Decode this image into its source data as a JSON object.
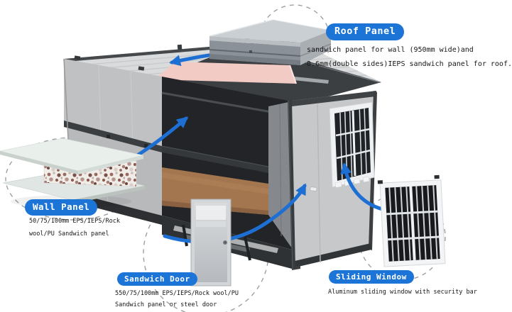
{
  "callouts": {
    "roof_panel": {
      "label": "Roof Panel",
      "description_lines": [
        "sandwich panel for wall (950mm wide)and",
        "0.6mm(double sides)IEPS sandwich panel for roof."
      ]
    },
    "wall_panel": {
      "label": "Wall Panel",
      "description_lines": [
        "50/75/100mm EPS/IEPS/Rock",
        "wool/PU Sandwich panel"
      ]
    },
    "sandwich_door": {
      "label": "Sandwich Door",
      "description_lines": [
        "550/75/100mm EPS/IEPS/Rock wool/PU",
        "Sandwich panel or steel door"
      ]
    },
    "sliding_window": {
      "label": "Sliding Window",
      "description_lines": [
        "Aluminum sliding window with security bar"
      ]
    }
  },
  "illustration": {
    "colors": {
      "callout_pill": "#1b74d6",
      "arrow_blue": "#1d6fd3",
      "roof_pink_panel": "#f3cbc5",
      "steel_frame_dark": "#3a3d40",
      "wall_panel_grey": "#b7b9bb",
      "floor_brown": "#a3764f",
      "background": "#ffffff"
    }
  }
}
